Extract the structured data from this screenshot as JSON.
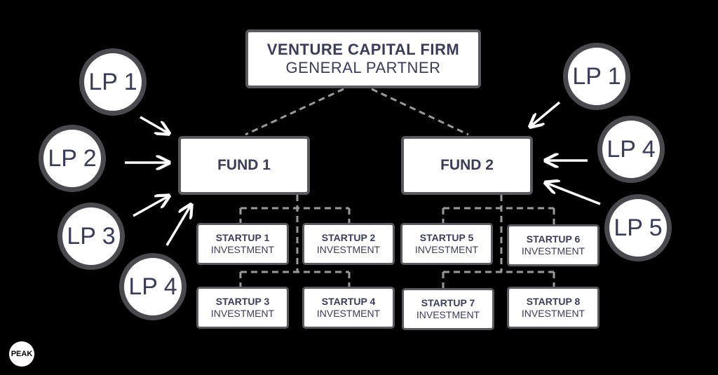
{
  "gp": {
    "title": "VENTURE CAPITAL FIRM",
    "subtitle": "GENERAL PARTNER"
  },
  "funds": [
    {
      "label": "FUND 1"
    },
    {
      "label": "FUND 2"
    }
  ],
  "startups": [
    {
      "name": "STARTUP 1",
      "type": "INVESTMENT"
    },
    {
      "name": "STARTUP 2",
      "type": "INVESTMENT"
    },
    {
      "name": "STARTUP 3",
      "type": "INVESTMENT"
    },
    {
      "name": "STARTUP 4",
      "type": "INVESTMENT"
    },
    {
      "name": "STARTUP 5",
      "type": "INVESTMENT"
    },
    {
      "name": "STARTUP 6",
      "type": "INVESTMENT"
    },
    {
      "name": "STARTUP 7",
      "type": "INVESTMENT"
    },
    {
      "name": "STARTUP 8",
      "type": "INVESTMENT"
    }
  ],
  "lps_left": [
    {
      "label": "LP 1"
    },
    {
      "label": "LP 2"
    },
    {
      "label": "LP 3"
    },
    {
      "label": "LP 4"
    }
  ],
  "lps_right": [
    {
      "label": "LP 1"
    },
    {
      "label": "LP 4"
    },
    {
      "label": "LP 5"
    }
  ],
  "logo": {
    "text": "PEAK"
  },
  "colors": {
    "background": "#000000",
    "box_fill": "#ffffff",
    "box_text": "#3b3b5a",
    "connector": "#9a9a9a",
    "arrow": "#ffffff"
  }
}
